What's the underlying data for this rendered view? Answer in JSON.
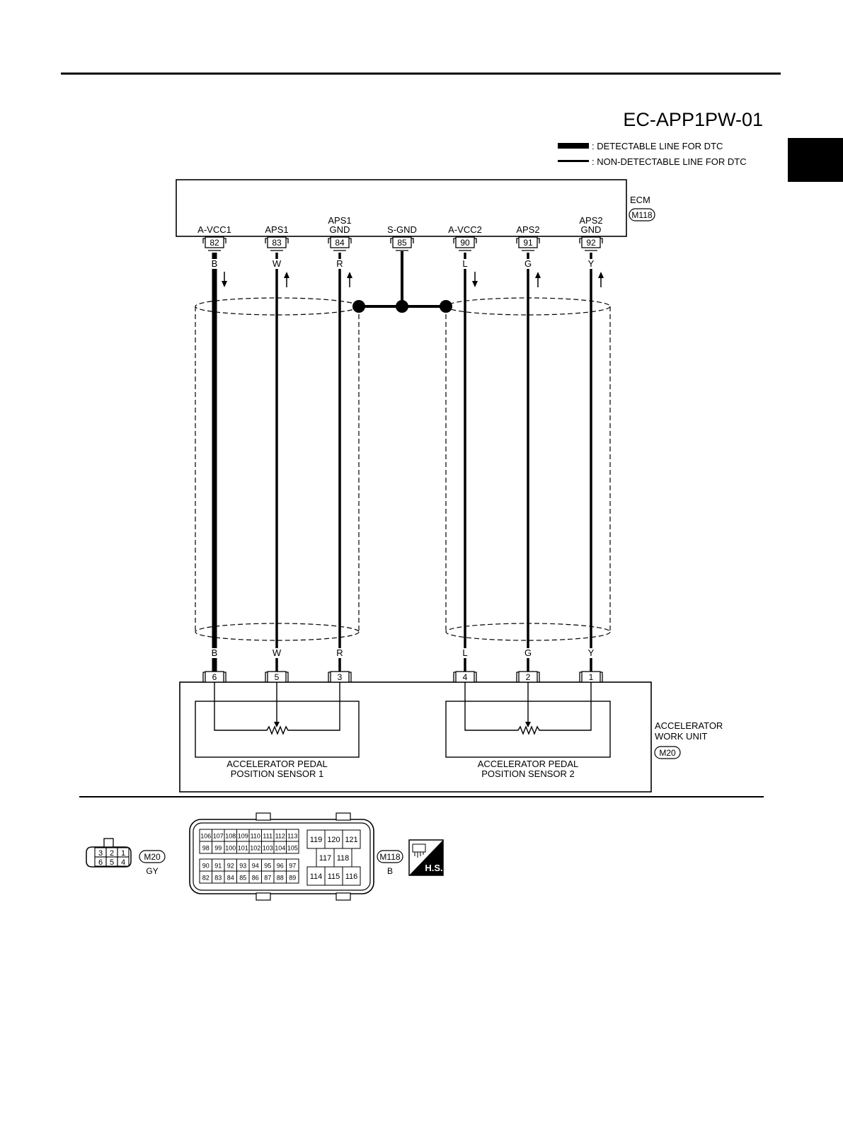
{
  "diagram_id": "EC-APP1PW-01",
  "legend": {
    "detectable": ": DETECTABLE LINE FOR DTC",
    "non_detectable": ": NON-DETECTABLE LINE FOR DTC"
  },
  "ecm": {
    "name": "ECM",
    "connector": "M118",
    "terminals": [
      {
        "id": "82",
        "label": [
          "A-VCC1"
        ],
        "wire": "B",
        "flow": "out",
        "detectable": true
      },
      {
        "id": "83",
        "label": [
          "APS1"
        ],
        "wire": "W",
        "flow": "in",
        "detectable": false
      },
      {
        "id": "84",
        "label": [
          "APS1",
          "GND"
        ],
        "wire": "R",
        "flow": "in",
        "detectable": false
      },
      {
        "id": "85",
        "label": [
          "S-GND"
        ],
        "wire": "",
        "flow": "",
        "detectable": false
      },
      {
        "id": "90",
        "label": [
          "A-VCC2"
        ],
        "wire": "L",
        "flow": "out",
        "detectable": false
      },
      {
        "id": "91",
        "label": [
          "APS2"
        ],
        "wire": "G",
        "flow": "in",
        "detectable": false
      },
      {
        "id": "92",
        "label": [
          "APS2",
          "GND"
        ],
        "wire": "Y",
        "flow": "in",
        "detectable": false
      }
    ]
  },
  "work_unit": {
    "name_lines": [
      "ACCELERATOR",
      "WORK UNIT"
    ],
    "connector": "M20",
    "terminals": [
      {
        "id": "6",
        "wire": "B"
      },
      {
        "id": "5",
        "wire": "W"
      },
      {
        "id": "3",
        "wire": "R"
      },
      {
        "id": "4",
        "wire": "L"
      },
      {
        "id": "2",
        "wire": "G"
      },
      {
        "id": "1",
        "wire": "Y"
      }
    ],
    "sensors": [
      {
        "lines": [
          "ACCELERATOR PEDAL",
          "POSITION SENSOR 1"
        ]
      },
      {
        "lines": [
          "ACCELERATOR PEDAL",
          "POSITION SENSOR 2"
        ]
      }
    ]
  },
  "connector_views": {
    "m20": {
      "id": "M20",
      "color": "GY",
      "rows": [
        [
          "3",
          "2",
          "1"
        ],
        [
          "6",
          "5",
          "4"
        ]
      ]
    },
    "m118": {
      "id": "M118",
      "color": "B",
      "left_rows": [
        [
          "106",
          "107",
          "108",
          "109",
          "110",
          "111",
          "112",
          "113"
        ],
        [
          "98",
          "99",
          "100",
          "101",
          "102",
          "103",
          "104",
          "105"
        ],
        [
          "90",
          "91",
          "92",
          "93",
          "94",
          "95",
          "96",
          "97"
        ],
        [
          "82",
          "83",
          "84",
          "85",
          "86",
          "87",
          "88",
          "89"
        ]
      ],
      "right_rows": [
        [
          "119",
          "120",
          "121"
        ],
        [
          "117",
          "118"
        ],
        [
          "114",
          "115",
          "116"
        ]
      ]
    },
    "hs_badge": "H.S."
  }
}
